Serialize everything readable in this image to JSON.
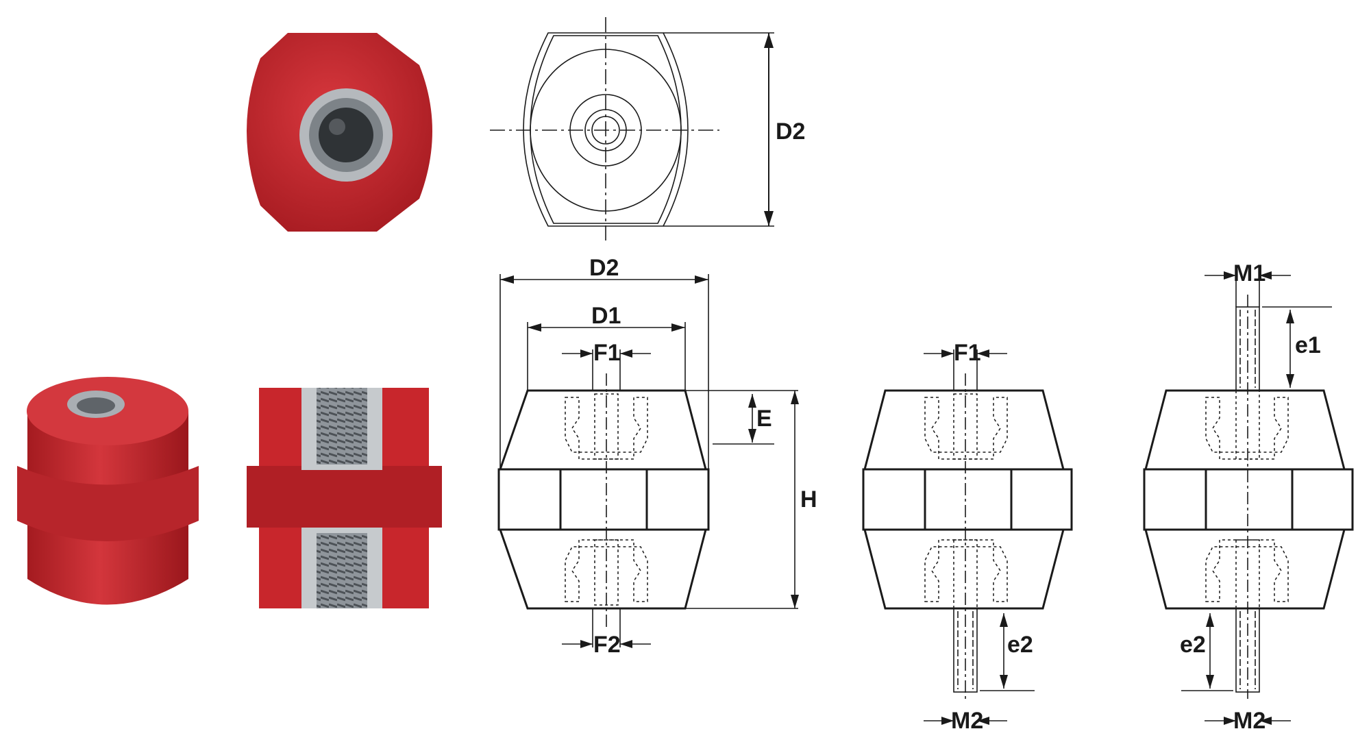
{
  "labels": {
    "top_view_d2": "D2",
    "front_d2": "D2",
    "front_d1": "D1",
    "front_f1": "F1",
    "front_f2": "F2",
    "front_e": "E",
    "front_h": "H",
    "mid_f1": "F1",
    "mid_e2": "e2",
    "mid_m2": "M2",
    "right_m1": "M1",
    "right_e1": "e1",
    "right_e2": "e2",
    "right_m2": "M2"
  },
  "colors": {
    "insulator_red": "#c8262c",
    "insulator_dark": "#9e1a1f",
    "metal_insert": "#9aa0a6",
    "line": "#1a1a1a"
  }
}
